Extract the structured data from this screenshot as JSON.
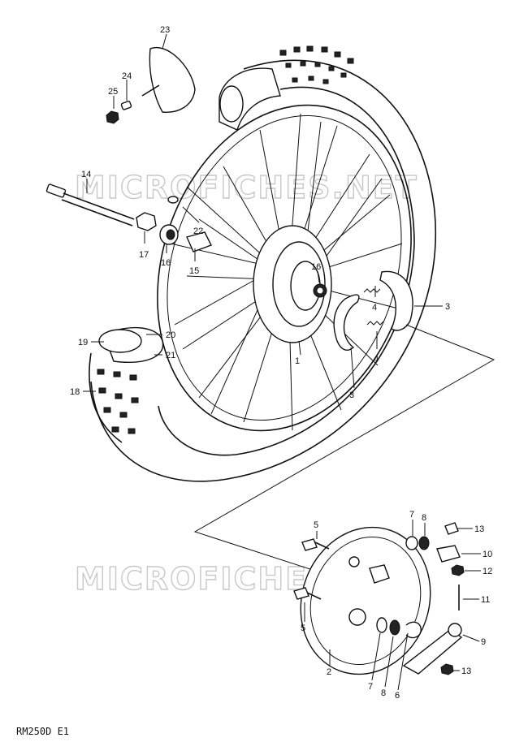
{
  "diagram": {
    "watermark": "MICROFICHES.NET",
    "footer_code": "RM250D  E1",
    "callouts": {
      "c23": "23",
      "c24": "24",
      "c25": "25",
      "c14": "14",
      "c22": "22",
      "c17": "17",
      "c16a": "16",
      "c15": "15",
      "c16b": "16",
      "c3a": "3",
      "c4a": "4",
      "c4b": "4",
      "c3b": "3",
      "c1": "1",
      "c19": "19",
      "c20": "20",
      "c21": "21",
      "c18": "18",
      "c5a": "5",
      "c5b": "5",
      "c7a": "7",
      "c8a": "8",
      "c13a": "13",
      "c10": "10",
      "c12": "12",
      "c11": "11",
      "c9": "9",
      "c2": "2",
      "c7b": "7",
      "c8b": "8",
      "c6": "6",
      "c13b": "13"
    }
  }
}
